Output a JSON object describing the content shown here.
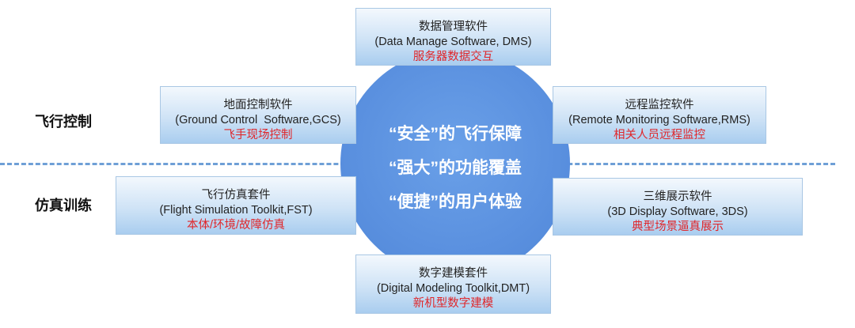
{
  "side_labels": [
    "飞行控制",
    "仿真训练"
  ],
  "center": {
    "lines": [
      "“安全”的飞行保障",
      "“强大”的功能覆盖",
      "“便捷”的用户体验"
    ]
  },
  "modules": [
    {
      "title": "数据管理软件",
      "english": "(Data Manage Software, DMS)",
      "function": "服务器数据交互"
    },
    {
      "title": "地面控制软件",
      "english": "(Ground Control  Software,GCS)",
      "function": "飞手现场控制"
    },
    {
      "title": "远程监控软件",
      "english": "(Remote Monitoring Software,RMS)",
      "function": "相关人员远程监控"
    },
    {
      "title": "飞行仿真套件",
      "english": "(Flight Simulation Toolkit,FST)",
      "function": "本体/环境/故障仿真"
    },
    {
      "title": "三维展示软件",
      "english": "(3D Display Software, 3DS)",
      "function": "典型场景逼真展示"
    },
    {
      "title": "数字建模套件",
      "english": "(Digital Modeling Toolkit,DMT)",
      "function": "新机型数字建模"
    }
  ],
  "colors": {
    "circle": "#5a90df",
    "highlight": "#e0262a",
    "divider": "#6f9fd6"
  }
}
